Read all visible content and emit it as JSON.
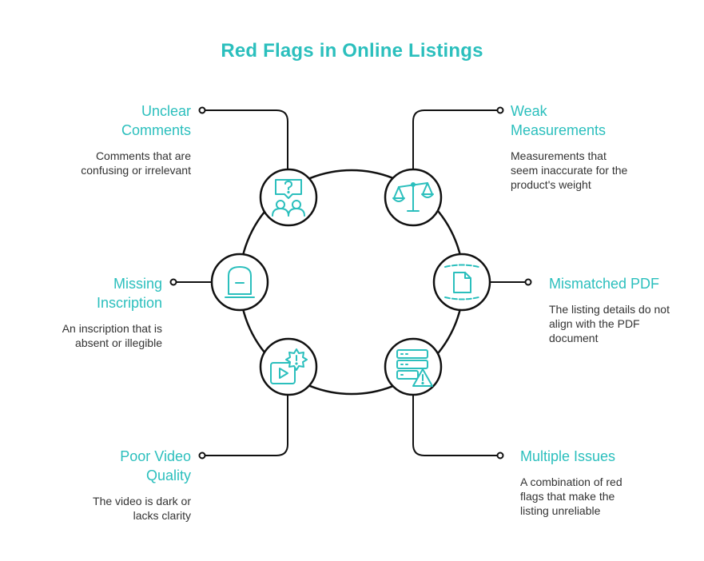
{
  "title": "Red Flags in Online Listings",
  "colors": {
    "accent": "#2BBFBD",
    "stroke": "#111111",
    "text": "#333333"
  },
  "items": [
    {
      "id": "unclear-comments",
      "icon": "comment-question-users-icon",
      "label": [
        "Unclear",
        "Comments"
      ],
      "desc": [
        "Comments that are",
        "confusing or irrelevant"
      ]
    },
    {
      "id": "weak-measurements",
      "icon": "balance-scale-icon",
      "label": [
        "Weak",
        "Measurements"
      ],
      "desc": [
        "Measurements that",
        "seem inaccurate for the",
        "product's weight"
      ]
    },
    {
      "id": "missing-inscription",
      "icon": "blank-tablet-icon",
      "label": [
        "Missing",
        "Inscription"
      ],
      "desc": [
        "An inscription that is",
        "absent or illegible"
      ]
    },
    {
      "id": "mismatched-pdf",
      "icon": "document-icon",
      "label": [
        "Mismatched PDF"
      ],
      "desc": [
        "The listing details do not",
        "align with the PDF",
        "document"
      ]
    },
    {
      "id": "poor-video-quality",
      "icon": "video-alert-icon",
      "label": [
        "Poor Video",
        "Quality"
      ],
      "desc": [
        "The video is dark or",
        "lacks clarity"
      ]
    },
    {
      "id": "multiple-issues",
      "icon": "server-warning-icon",
      "label": [
        "Multiple Issues"
      ],
      "desc": [
        "A combination of red",
        "flags that make the",
        "listing unreliable"
      ]
    }
  ]
}
